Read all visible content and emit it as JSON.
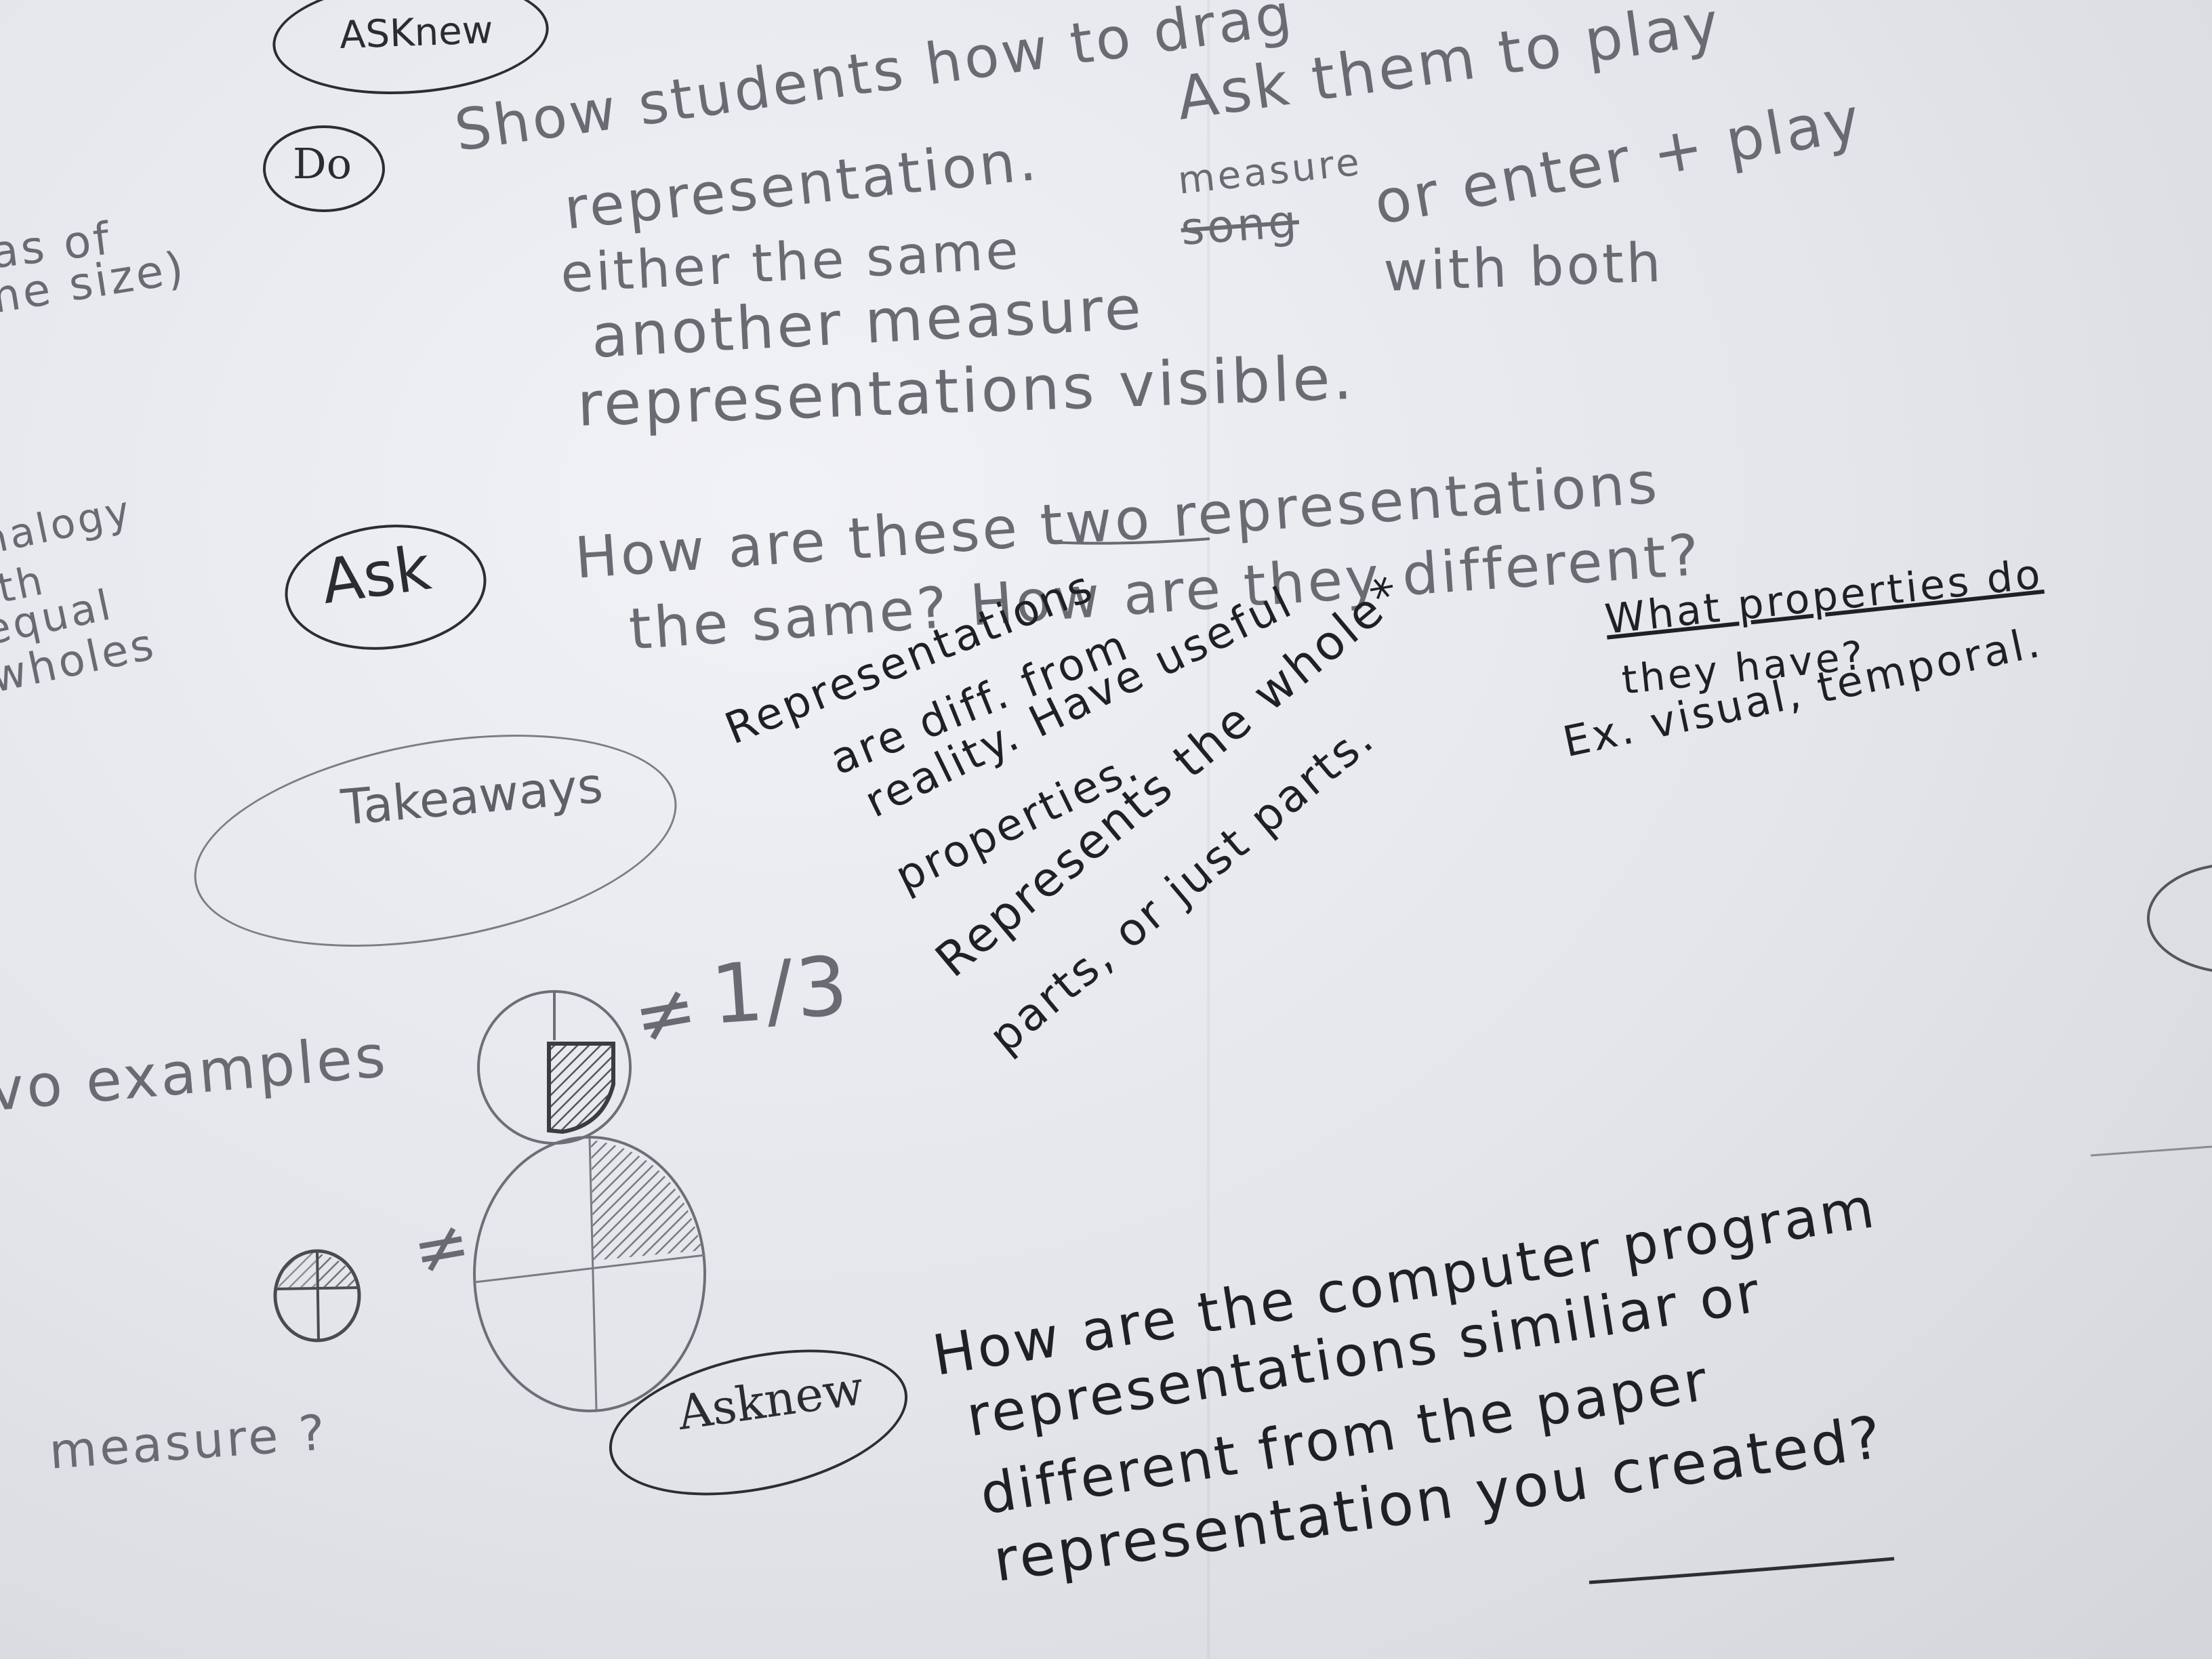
{
  "labels": {
    "ask_new_top": "ASKnew",
    "do": "Do",
    "ask": "Ask",
    "takeaways": "Takeaways",
    "ask_new_bottom": "Asknew"
  },
  "do_block": {
    "line1": "Show students how to drag",
    "line1_end": "Ask them to play",
    "line2": "representation.",
    "inserted": "measure",
    "struck": "song",
    "line2_end": "or enter + play",
    "line3": "either the same",
    "line3_end": "with both",
    "line4": "another measure",
    "line5": "representations visible."
  },
  "ask_block": {
    "line1": "How are these two representations",
    "line2": "the same? How are they different?",
    "aside1": "What properties do",
    "aside2": "they have?",
    "aside3": "Ex. visual, temporal."
  },
  "takeaways_block": {
    "line1": "Representations",
    "line2": "are diff. from",
    "line3": "reality. Have useful",
    "line4": "properties.",
    "line5": "Represents the whole*",
    "line6": "parts, or just parts."
  },
  "margin_notes": {
    "top1": "as of",
    "top2": "me size)",
    "analogy1": "nalogy",
    "analogy2": "ith",
    "analogy3": "equal",
    "analogy4": "wholes",
    "examples": "vo examples",
    "measure_q": "measure ?"
  },
  "fraction": {
    "neq_top": "≠",
    "value": "1/3",
    "neq_bottom": "≠"
  },
  "final_question": {
    "line1": "How are the computer program",
    "line2": "representations similiar or",
    "line3": "different from the paper",
    "line4": "representation you created?"
  },
  "colors": {
    "ink": "#2d2e33",
    "pencil": "#6a6b72",
    "paper": "#e8e9ee"
  }
}
